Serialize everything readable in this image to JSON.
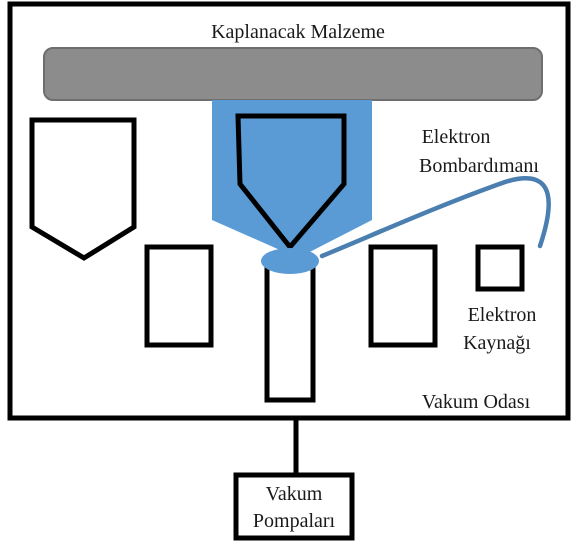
{
  "labels": {
    "coating_material": "Kaplanacak Malzeme",
    "electron_bombardment_line1": "Elektron",
    "electron_bombardment_line2": "Bombardımanı",
    "electron_source_line1": "Elektron",
    "electron_source_line2": "Kaynağı",
    "vacuum_chamber": "Vakum Odası",
    "vacuum_pumps_line1": "Vakum",
    "vacuum_pumps_line2": "Pompaları"
  },
  "colors": {
    "outline": "#000000",
    "substrate_fill": "#8c8c8c",
    "beam_fill": "#5b9bd5",
    "crucible_fill": "#5b9bd5",
    "beam_path": "#4a7fb0",
    "text": "#1a1a1a"
  }
}
